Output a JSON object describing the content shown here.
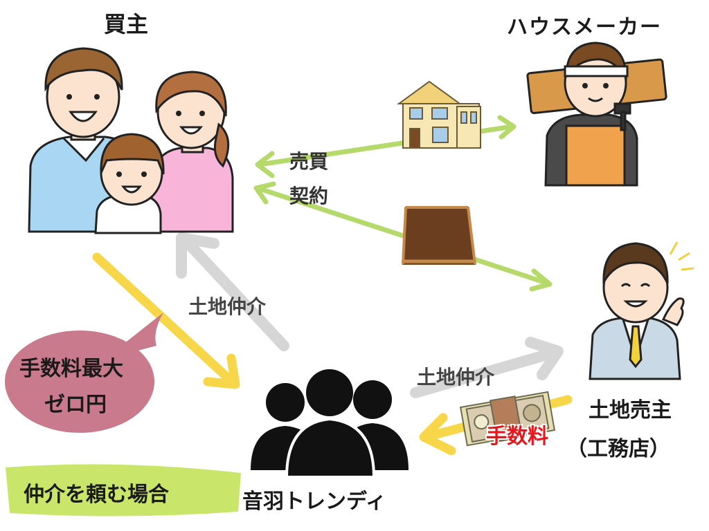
{
  "labels": {
    "buyer": "買主",
    "house_maker": "ハウスメーカー",
    "contract_line1": "売買",
    "contract_line2": "契約",
    "land_broker_left": "土地仲介",
    "land_broker_right": "土地仲介",
    "land_seller_line1": "土地売主",
    "land_seller_line2": "（工務店）",
    "fee": "手数料",
    "broker_company": "音羽トレンディ",
    "case_label": "仲介を頼む場合",
    "bubble_line1": "手数料最大",
    "bubble_line2": "ゼロ円"
  },
  "colors": {
    "green_arrow": "#b5d96a",
    "yellow_arrow": "#f7d64a",
    "gray_arrow": "#d6d6d6",
    "bubble": "#c97a8c",
    "case_highlight": "#c9e66b",
    "fee_text": "#e8161c"
  }
}
